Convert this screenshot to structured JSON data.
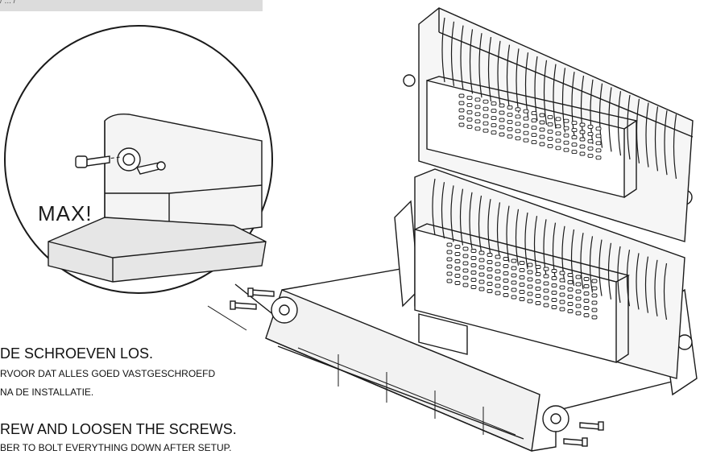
{
  "header": {
    "text": "/ ... /"
  },
  "detail": {
    "label": "MAX!"
  },
  "instructions": {
    "nl_title": "DE SCHROEVEN LOS.",
    "nl_line1": "RVOOR DAT ALLES GOED VASTGESCHROEFD",
    "nl_line2": "NA DE INSTALLATIE.",
    "en_title": "REW AND LOOSEN THE SCREWS.",
    "en_line1": "BER TO BOLT EVERYTHING DOWN AFTER SETUP."
  },
  "colors": {
    "line": "#1a1a1a",
    "fill": "#ffffff",
    "shade": "#e6e6e6",
    "bar": "#dcdcdc"
  }
}
